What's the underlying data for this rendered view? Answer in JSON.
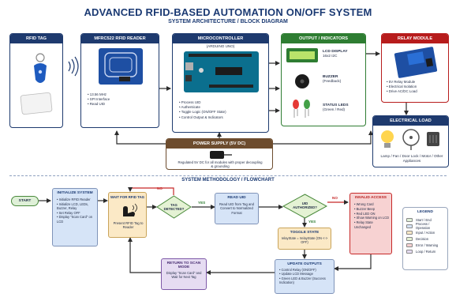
{
  "title": "ADVANCED RFID-BASED AUTOMATION ON/OFF SYSTEM",
  "subtitle": "SYSTEM ARCHITECTURE / BLOCK DIAGRAM",
  "architecture": {
    "rfid_tag": {
      "title": "RFID TAG"
    },
    "reader": {
      "title": "MFRC522 RFID READER",
      "bullets": [
        "13.56 MHz",
        "SPI Interface",
        "Read UID"
      ]
    },
    "microcontroller": {
      "title": "MICROCONTROLLER",
      "subtitle": "(ARDUINO UNO)",
      "bullets": [
        "Process UID",
        "Authenticate",
        "Toggle Logic (ON/OFF State)",
        "Control Output & Indicators"
      ]
    },
    "output": {
      "title": "OUTPUT / INDICATORS",
      "lcd": {
        "label": "LCD DISPLAY",
        "sub": "16x2 I2C"
      },
      "buzzer": {
        "label": "BUZZER",
        "sub": "(Feedback)"
      },
      "leds": {
        "label": "STATUS LEDS",
        "sub": "(Green / Red)"
      }
    },
    "relay": {
      "title": "RELAY MODULE",
      "bullets": [
        "5V Relay Module",
        "Electrical Isolation",
        "Drive AC/DC Load"
      ]
    },
    "load": {
      "title": "ELECTRICAL LOAD",
      "caption": "Lamp / Fan / Door Lock / Motor / Other Appliances"
    },
    "power": {
      "title": "POWER SUPPLY (5V DC)",
      "caption": "Regulated 5V DC for all modules with proper decoupling & grounding"
    }
  },
  "methodology": {
    "title": "SYSTEM METHODOLOGY / FLOWCHART",
    "start": "START",
    "init": {
      "title": "INITIALIZE SYSTEM",
      "bullets": [
        "Initialize RFID Reader",
        "Initialize LCD, LEDs, Buzzer, Relay",
        "Set Relay OFF",
        "Display \"Scan Card\" on LCD"
      ]
    },
    "wait": {
      "title": "WAIT FOR RFID TAG",
      "caption": "Present RFID Tag to Reader"
    },
    "tag_detected": {
      "title": "TAG DETECTED?",
      "yes": "YES",
      "no": "NO"
    },
    "read_uid": {
      "title": "READ UID",
      "caption": "Read UID from Tag and Convert to Normalized Format"
    },
    "authorized": {
      "title": "UID AUTHORIZED?",
      "yes": "YES",
      "no": "NO"
    },
    "invalid": {
      "title": "INVALID ACCESS",
      "bullets": [
        "Wrong Card",
        "Buzzer Beep",
        "Red LED ON",
        "Show Warning on LCD",
        "Relay State Unchanged"
      ]
    },
    "toggle": {
      "title": "TOGGLE STATE",
      "caption": "relayState = !relayState (ON <-> OFF)"
    },
    "update": {
      "title": "UPDATE OUTPUTS",
      "bullets": [
        "Control Relay (ON/OFF)",
        "Update LCD Message",
        "Green LED & Buzzer (Success Indication)"
      ]
    },
    "return": {
      "title": "RETURN TO SCAN MODE",
      "caption": "Display \"Scan Card\" and Wait for Next Tag"
    },
    "legend": {
      "title": "LEGEND",
      "items": [
        {
          "label": "Start / End",
          "color": "#dff0d8"
        },
        {
          "label": "Process / Operation",
          "color": "#d6e4f7"
        },
        {
          "label": "Input / Action",
          "color": "#fbe9c6"
        },
        {
          "label": "Decision",
          "color": "#e4f2d4"
        },
        {
          "label": "Error / Warning",
          "color": "#f7d2d2"
        },
        {
          "label": "Loop / Return",
          "color": "#e6dcf2"
        }
      ]
    }
  }
}
